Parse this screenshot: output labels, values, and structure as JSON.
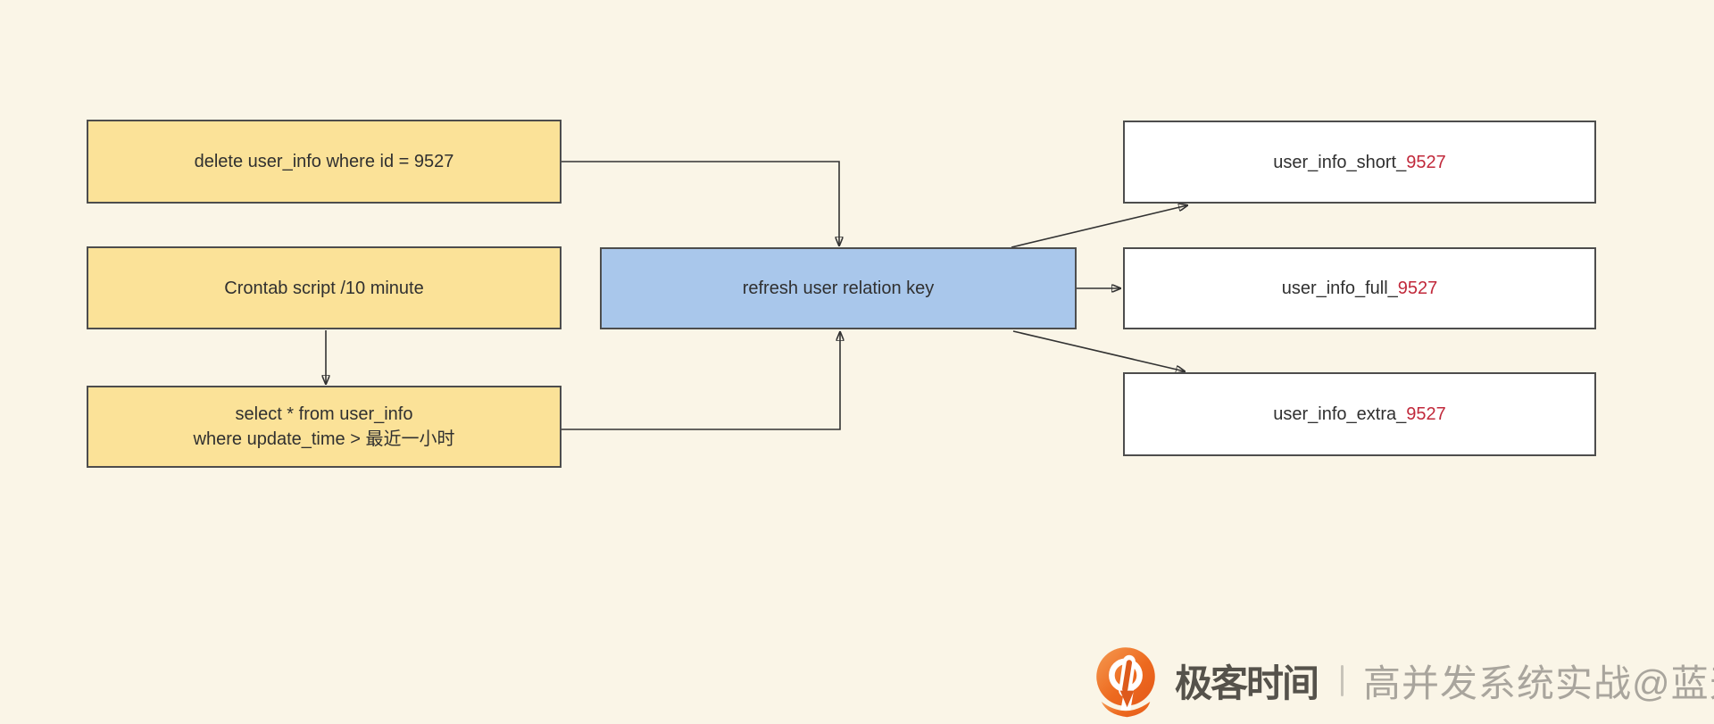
{
  "diagram": {
    "nodes": {
      "delete_task": {
        "label": "delete user_info where id = 9527"
      },
      "crontab_task": {
        "label": "Crontab script /10 minute"
      },
      "select_task": {
        "line1": "select * from user_info",
        "line2": "where update_time > 最近一小时"
      },
      "refresh_key": {
        "label": "refresh user relation key"
      },
      "cache_short": {
        "name": "user_info_short_",
        "id": "9527"
      },
      "cache_full": {
        "name": "user_info_full_",
        "id": "9527"
      },
      "cache_extra": {
        "name": "user_info_extra_",
        "id": "9527"
      }
    },
    "colors": {
      "background": "#FAF5E7",
      "task_fill": "#FBE298",
      "process_fill": "#A9C7EB",
      "cache_fill": "#FFFFFF",
      "node_border": "#4D4D4D",
      "id_red": "#C1293B",
      "arrow": "#333333"
    }
  },
  "watermark": {
    "logo": "geektime-logo",
    "logo_orange": "#ED6A1F",
    "brand": "极客时间",
    "credit": "高并发系统实战@蓝天"
  }
}
